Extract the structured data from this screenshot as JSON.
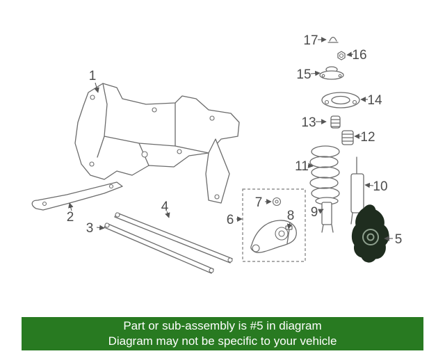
{
  "diagram": {
    "callouts": [
      {
        "label": "1"
      },
      {
        "label": "2"
      },
      {
        "label": "3"
      },
      {
        "label": "4"
      },
      {
        "label": "5"
      },
      {
        "label": "6"
      },
      {
        "label": "7"
      },
      {
        "label": "8"
      },
      {
        "label": "9"
      },
      {
        "label": "10"
      },
      {
        "label": "11"
      },
      {
        "label": "12"
      },
      {
        "label": "13"
      },
      {
        "label": "14"
      },
      {
        "label": "15"
      },
      {
        "label": "16"
      },
      {
        "label": "17"
      }
    ],
    "highlighted_part": "5",
    "highlight_color": "#1f2d1f",
    "line_color": "#6b6b6b",
    "callout_color": "#4c4c4c"
  },
  "banner": {
    "line1": "Part or sub-assembly is #5 in diagram",
    "line2": "Diagram may not be specific to your vehicle",
    "background": "#287a21",
    "text_color": "#ffffff"
  }
}
